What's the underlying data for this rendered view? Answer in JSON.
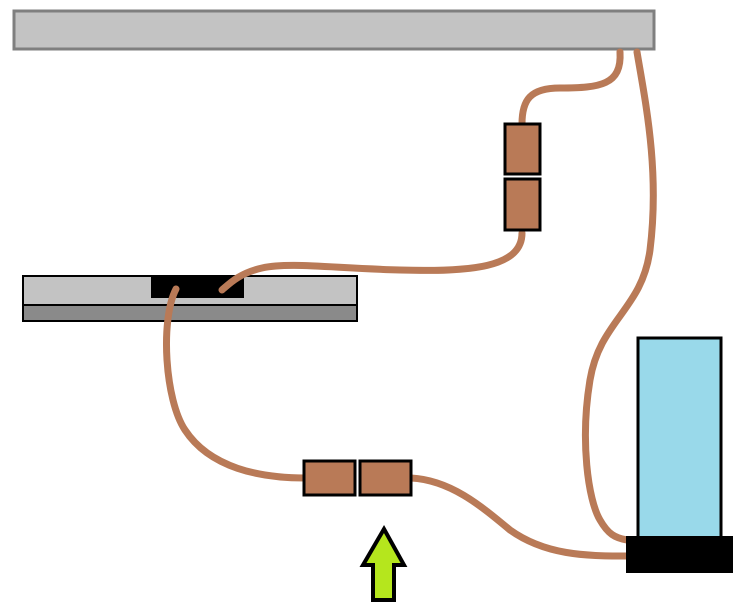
{
  "diagram": {
    "colors": {
      "background": "#ffffff",
      "top_panel_fill": "#c3c3c3",
      "panel_border": "#7f7f7f",
      "shelf_top_fill": "#c3c3c3",
      "shelf_bottom_fill": "#8a8a8a",
      "port_fill": "#000000",
      "cable": "#b97a57",
      "connector_fill": "#b97a57",
      "tank_fill": "#99d9ea",
      "tank_base_fill": "#000000",
      "arrow_fill": "#b5e61d",
      "outline": "#000000"
    },
    "components": [
      {
        "id": "top-panel",
        "icon": "rectangle"
      },
      {
        "id": "device-shelf",
        "icon": "rectangle"
      },
      {
        "id": "shelf-port",
        "icon": "rectangle"
      },
      {
        "id": "water-tank",
        "icon": "rectangle"
      },
      {
        "id": "tank-base",
        "icon": "rectangle"
      },
      {
        "id": "vertical-connector-pair",
        "icon": "coupler"
      },
      {
        "id": "horizontal-connector-pair",
        "icon": "coupler"
      },
      {
        "id": "indicator-arrow",
        "icon": "up-arrow-icon"
      }
    ]
  }
}
